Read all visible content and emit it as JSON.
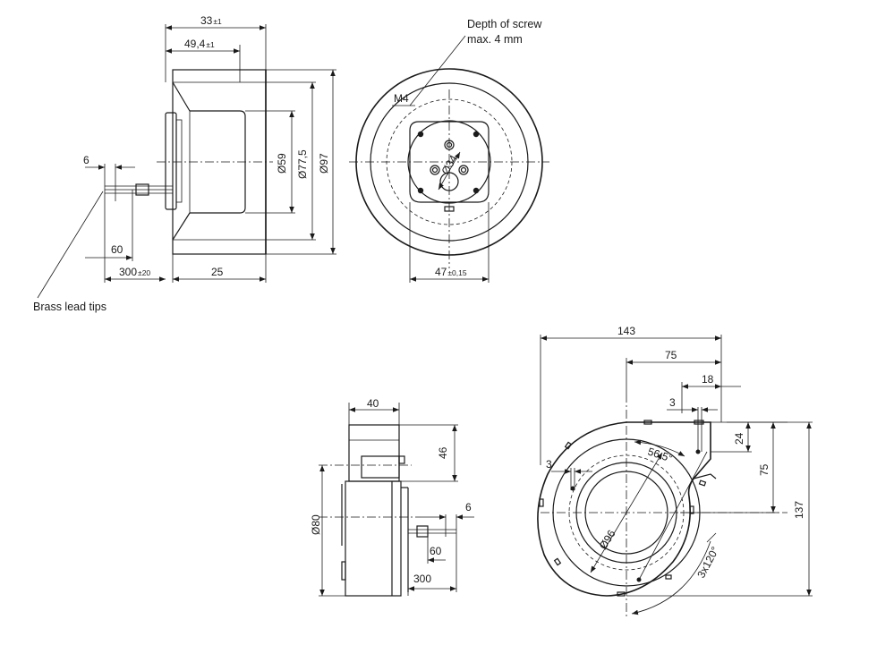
{
  "side_view": {
    "dim_33": {
      "value": "33",
      "tol": "±1"
    },
    "dim_49_4": {
      "value": "49,4",
      "tol": "±1"
    },
    "dim_d59": "Ø59",
    "dim_d77_5": "Ø77,5",
    "dim_d97": "Ø97",
    "dim_6": "6",
    "dim_60": "60",
    "dim_300": {
      "value": "300",
      "tol": "±20"
    },
    "dim_25": "25",
    "note_brass": "Brass lead tips"
  },
  "front_view": {
    "note_depth_line1": "Depth of screw",
    "note_depth_line2": "max. 4 mm",
    "label_m4": "M4",
    "dim_d34": "Ø34",
    "dim_47": {
      "value": "47",
      "tol": "±0,15"
    }
  },
  "small_view": {
    "dim_40": "40",
    "dim_46": "46",
    "dim_d80": "Ø80",
    "dim_6": "6",
    "dim_60": "60",
    "dim_300": "300"
  },
  "scroll_view": {
    "dim_143": "143",
    "dim_75_top": "75",
    "dim_18": "18",
    "dim_3_top": "3",
    "dim_24": "24",
    "dim_75_side": "75",
    "dim_137": "137",
    "dim_3_left": "3",
    "dim_56_5": "56,5°",
    "dim_d96": "Ø96",
    "dim_3x120": "3x120°"
  }
}
